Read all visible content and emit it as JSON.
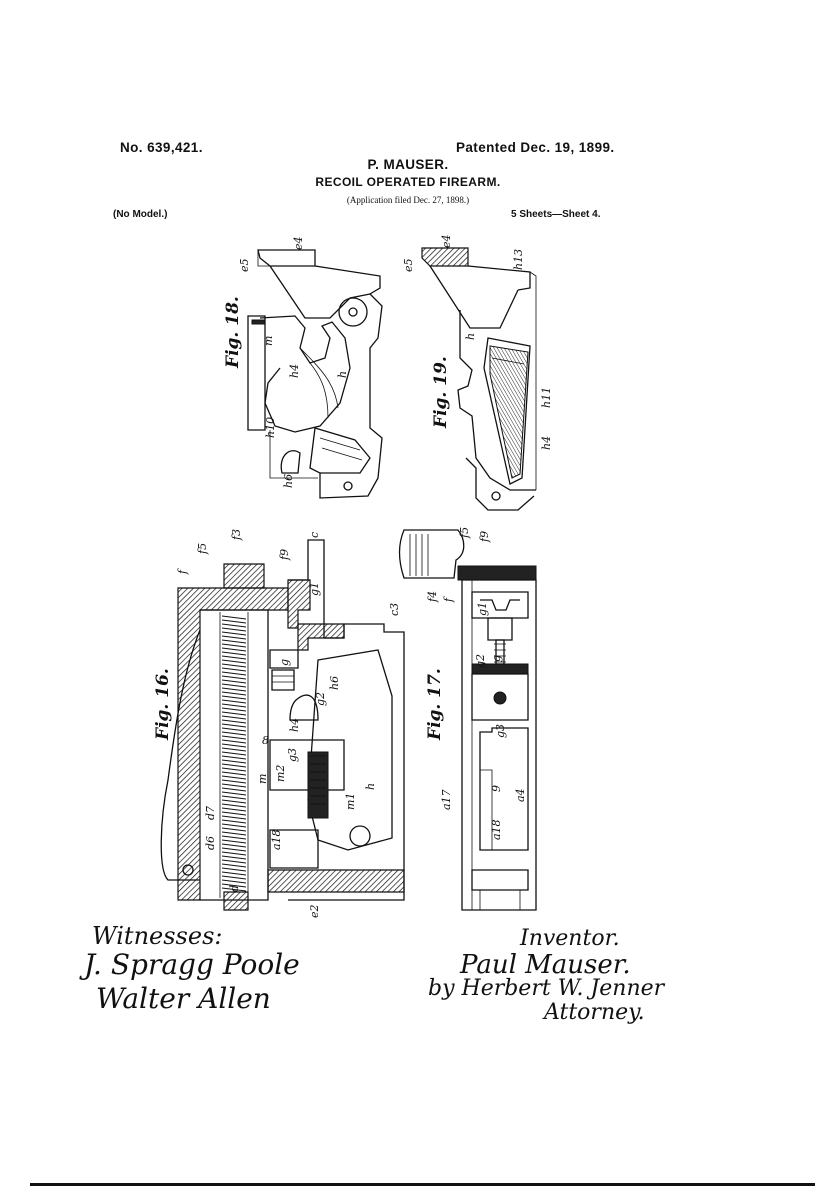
{
  "header": {
    "patent_number": "No. 639,421.",
    "patent_date": "Patented Dec. 19, 1899.",
    "inventor_name": "P. MAUSER.",
    "title": "RECOIL OPERATED FIREARM.",
    "application": "(Application filed Dec. 27, 1898.)",
    "model": "(No Model.)",
    "sheets": "5 Sheets—Sheet 4."
  },
  "figures": {
    "fig18": {
      "label": "Fig. 18.",
      "refs": [
        "e5",
        "e4",
        "m",
        "h4",
        "h",
        "h10",
        "h6"
      ]
    },
    "fig19": {
      "label": "Fig. 19.",
      "refs": [
        "e5",
        "e4",
        "h13",
        "h",
        "h11",
        "h4"
      ]
    },
    "fig16": {
      "label": "Fig. 16.",
      "refs": [
        "f",
        "f5",
        "f3",
        "f9",
        "c",
        "g1",
        "c3",
        "g",
        "h6",
        "g2",
        "h4",
        "g3",
        "m",
        "m2",
        "m1",
        "h",
        "d7",
        "d6",
        "a18",
        "d",
        "e2",
        "8"
      ]
    },
    "fig17": {
      "label": "Fig. 17.",
      "refs": [
        "f5",
        "f9",
        "f4",
        "f",
        "g1",
        "g2",
        "g",
        "g3",
        "a17",
        "9",
        "a4",
        "a18"
      ]
    }
  },
  "signatures": {
    "witnesses_label": "Witnesses:",
    "witness_1": "J. Spragg Poole",
    "witness_2": "Walter Allen",
    "inventor_label": "Inventor.",
    "inventor_sig": "Paul Mauser.",
    "attorney_line": "by Herbert W. Jenner",
    "attorney_label": "Attorney."
  }
}
